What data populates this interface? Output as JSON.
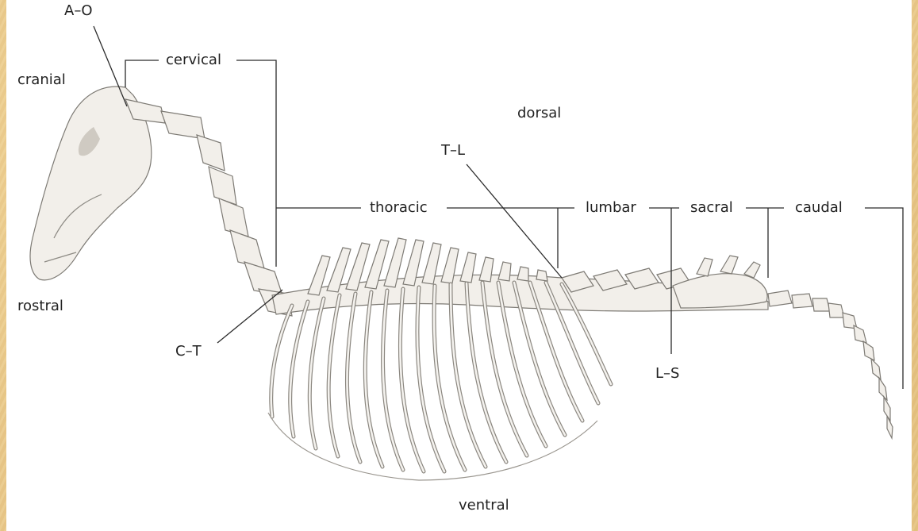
{
  "labels": {
    "ao": "A–O",
    "cervical": "cervical",
    "cranial": "cranial",
    "dorsal": "dorsal",
    "tl": "T–L",
    "thoracic": "thoracic",
    "lumbar": "lumbar",
    "sacral": "sacral",
    "caudal": "caudal",
    "rostral": "rostral",
    "ct": "C–T",
    "ls": "L–S",
    "ventral": "ventral"
  },
  "colors": {
    "frame": "#e9c98b",
    "plate": "#ffffff",
    "bone": "#f2efea",
    "line": "#2b2b2b"
  }
}
